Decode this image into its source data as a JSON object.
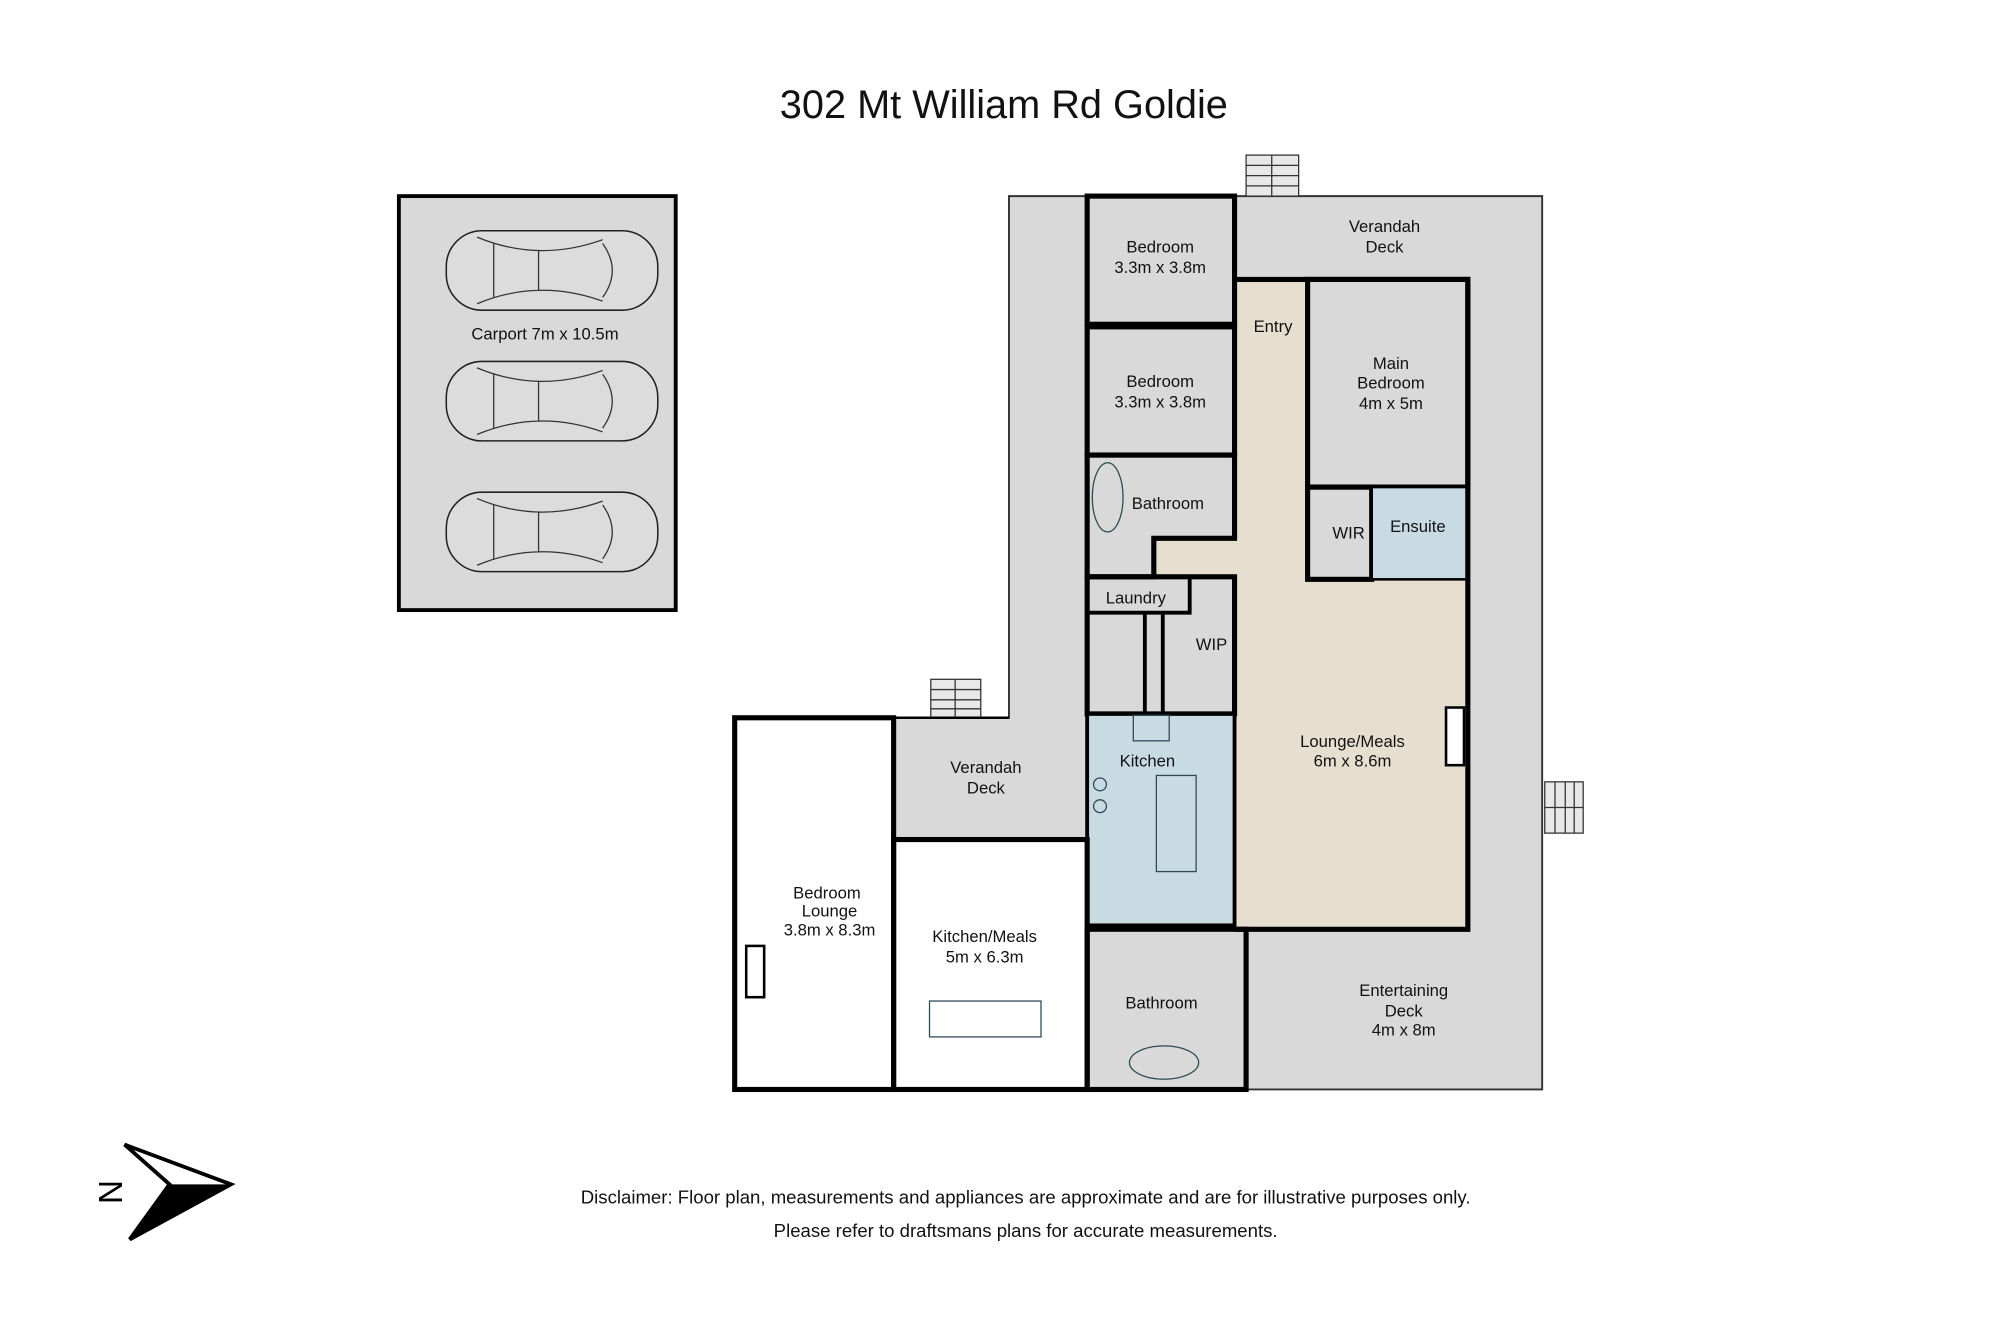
{
  "title": "302 Mt William Rd Goldie",
  "rooms": {
    "carport": "Carport 7m x 10.5m",
    "bedroom1": {
      "name": "Bedroom",
      "size": "3.3m x 3.8m"
    },
    "bedroom2": {
      "name": "Bedroom",
      "size": "3.3m x 3.8m"
    },
    "verandah_north": {
      "name": "Verandah",
      "sub": "Deck"
    },
    "entry": "Entry",
    "main_bedroom": {
      "name1": "Main",
      "name2": "Bedroom",
      "size": "4m x 5m"
    },
    "bathroom1": "Bathroom",
    "wir": "WIR",
    "ensuite": "Ensuite",
    "laundry": "Laundry",
    "wip": "WIP",
    "kitchen": "Kitchen",
    "lounge_meals": {
      "name": "Lounge/Meals",
      "size": "6m x 8.6m"
    },
    "verandah_west": {
      "name": "Verandah",
      "sub": "Deck"
    },
    "bedroom_lounge": {
      "name1": "Bedroom",
      "name2": "Lounge",
      "size": "3.8m x 8.3m"
    },
    "kitchen_meals": {
      "name": "Kitchen/Meals",
      "size": "5m x 6.3m"
    },
    "bathroom2": "Bathroom",
    "entertaining_deck": {
      "name1": "Entertaining",
      "name2": "Deck",
      "size": "4m x 8m"
    }
  },
  "compass": {
    "label": "N",
    "icon": "north-arrow-icon"
  },
  "disclaimer": {
    "line1": "Disclaimer: Floor plan, measurements and appliances are approximate and are for illustrative purposes only.",
    "line2": "Please refer to draftsmans plans for accurate measurements."
  },
  "colors": {
    "bedroom": "#d3e4cf",
    "wet": "#c8dbe3",
    "living": "#e6dfcf",
    "deck": "#d9d9d9"
  }
}
